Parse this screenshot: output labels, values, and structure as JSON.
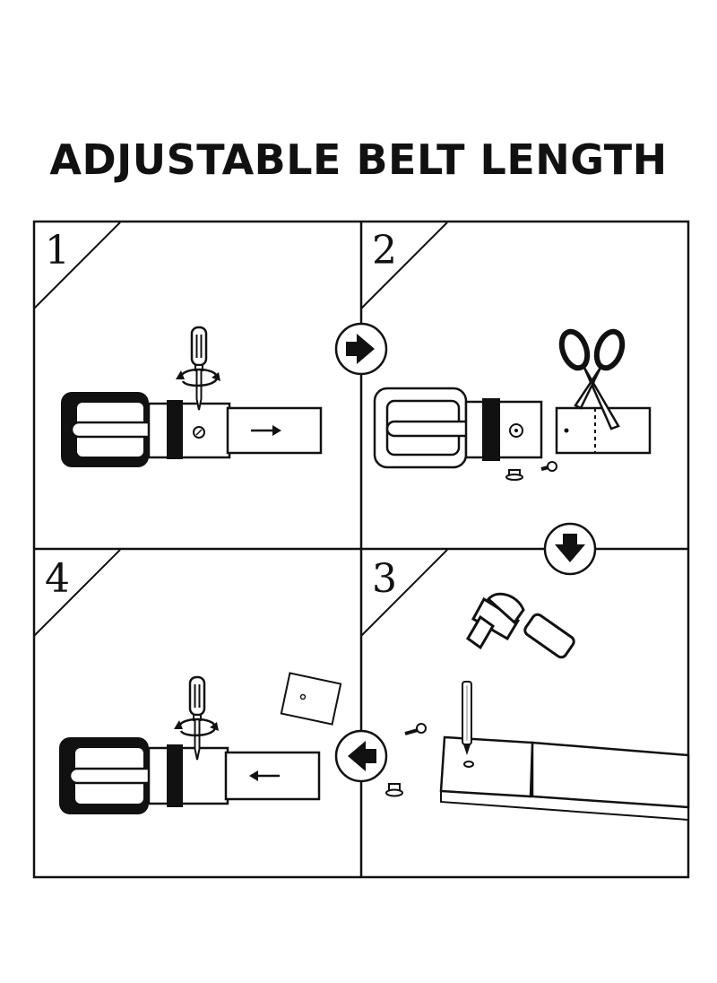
{
  "title": "ADJUSTABLE BELT LENGTH",
  "steps": [
    {
      "number": "1"
    },
    {
      "number": "2"
    },
    {
      "number": "3"
    },
    {
      "number": "4"
    }
  ]
}
